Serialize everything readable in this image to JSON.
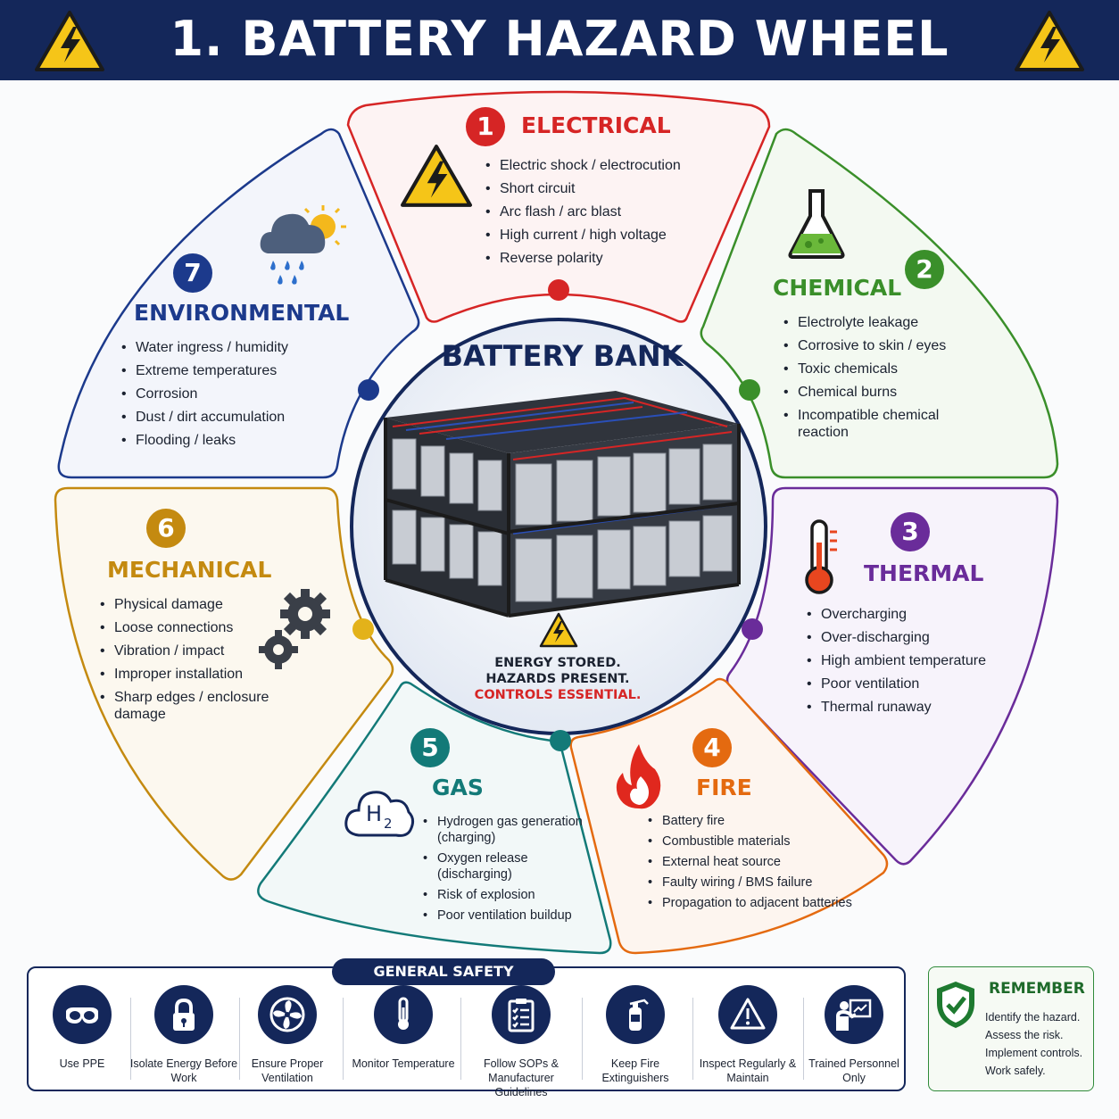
{
  "header": {
    "title": "1. BATTERY HAZARD WHEEL"
  },
  "colors": {
    "navy": "#14275a",
    "electrical": "#d62525",
    "chemical": "#3a8f2a",
    "thermal": "#6a2c9a",
    "fire": "#e46a10",
    "gas": "#137a78",
    "mechanical": "#c48a10",
    "environmental": "#1c3a8c"
  },
  "center": {
    "title": "BATTERY BANK",
    "message_line1": "ENERGY STORED.",
    "message_line2": "HAZARDS PRESENT.",
    "message_line3": "CONTROLS ESSENTIAL.",
    "icon": "battery-rack-image"
  },
  "hazards": [
    {
      "number": "1",
      "title": "ELECTRICAL",
      "icon": "high-voltage-warning-icon",
      "items": [
        "Electric shock / electrocution",
        "Short circuit",
        "Arc flash / arc blast",
        "High current / high voltage",
        "Reverse polarity"
      ]
    },
    {
      "number": "2",
      "title": "CHEMICAL",
      "icon": "flask-icon",
      "items": [
        "Electrolyte leakage",
        "Corrosive to skin / eyes",
        "Toxic chemicals",
        "Chemical burns",
        "Incompatible chemical reaction"
      ]
    },
    {
      "number": "3",
      "title": "THERMAL",
      "icon": "thermometer-icon",
      "items": [
        "Overcharging",
        "Over-discharging",
        "High ambient temperature",
        "Poor ventilation",
        "Thermal runaway"
      ]
    },
    {
      "number": "4",
      "title": "FIRE",
      "icon": "flame-icon",
      "items": [
        "Battery fire",
        "Combustible materials",
        "External heat source",
        "Faulty wiring / BMS failure",
        "Propagation to adjacent batteries"
      ]
    },
    {
      "number": "5",
      "title": "GAS",
      "icon": "hydrogen-cloud-icon",
      "icon_text": "H",
      "icon_sub": "2",
      "items": [
        "Hydrogen gas generation (charging)",
        "Oxygen release (discharging)",
        "Risk of explosion",
        "Poor ventilation buildup"
      ]
    },
    {
      "number": "6",
      "title": "MECHANICAL",
      "icon": "gears-icon",
      "items": [
        "Physical damage",
        "Loose connections",
        "Vibration / impact",
        "Improper installation",
        "Sharp edges / enclosure damage"
      ]
    },
    {
      "number": "7",
      "title": "ENVIRONMENTAL",
      "icon": "rain-cloud-sun-icon",
      "items": [
        "Water ingress / humidity",
        "Extreme temperatures",
        "Corrosion",
        "Dust / dirt accumulation",
        "Flooding / leaks"
      ]
    }
  ],
  "controls": {
    "title": "GENERAL SAFETY CONTROLS",
    "items": [
      {
        "label": "Use PPE",
        "icon": "safety-goggles-icon"
      },
      {
        "label": "Isolate Energy Before Work",
        "icon": "padlock-icon"
      },
      {
        "label": "Ensure Proper Ventilation",
        "icon": "fan-icon"
      },
      {
        "label": "Monitor Temperature",
        "icon": "thermometer-icon"
      },
      {
        "label": "Follow SOPs & Manufacturer Guidelines",
        "icon": "checklist-icon"
      },
      {
        "label": "Keep Fire Extinguishers",
        "icon": "fire-extinguisher-icon"
      },
      {
        "label": "Inspect Regularly & Maintain",
        "icon": "warning-triangle-icon"
      },
      {
        "label": "Trained Personnel Only",
        "icon": "trainer-icon"
      }
    ]
  },
  "remember": {
    "title": "REMEMBER",
    "icon": "shield-check-icon",
    "lines": [
      "Identify the hazard.",
      "Assess the risk.",
      "Implement controls.",
      "Work safely."
    ]
  }
}
